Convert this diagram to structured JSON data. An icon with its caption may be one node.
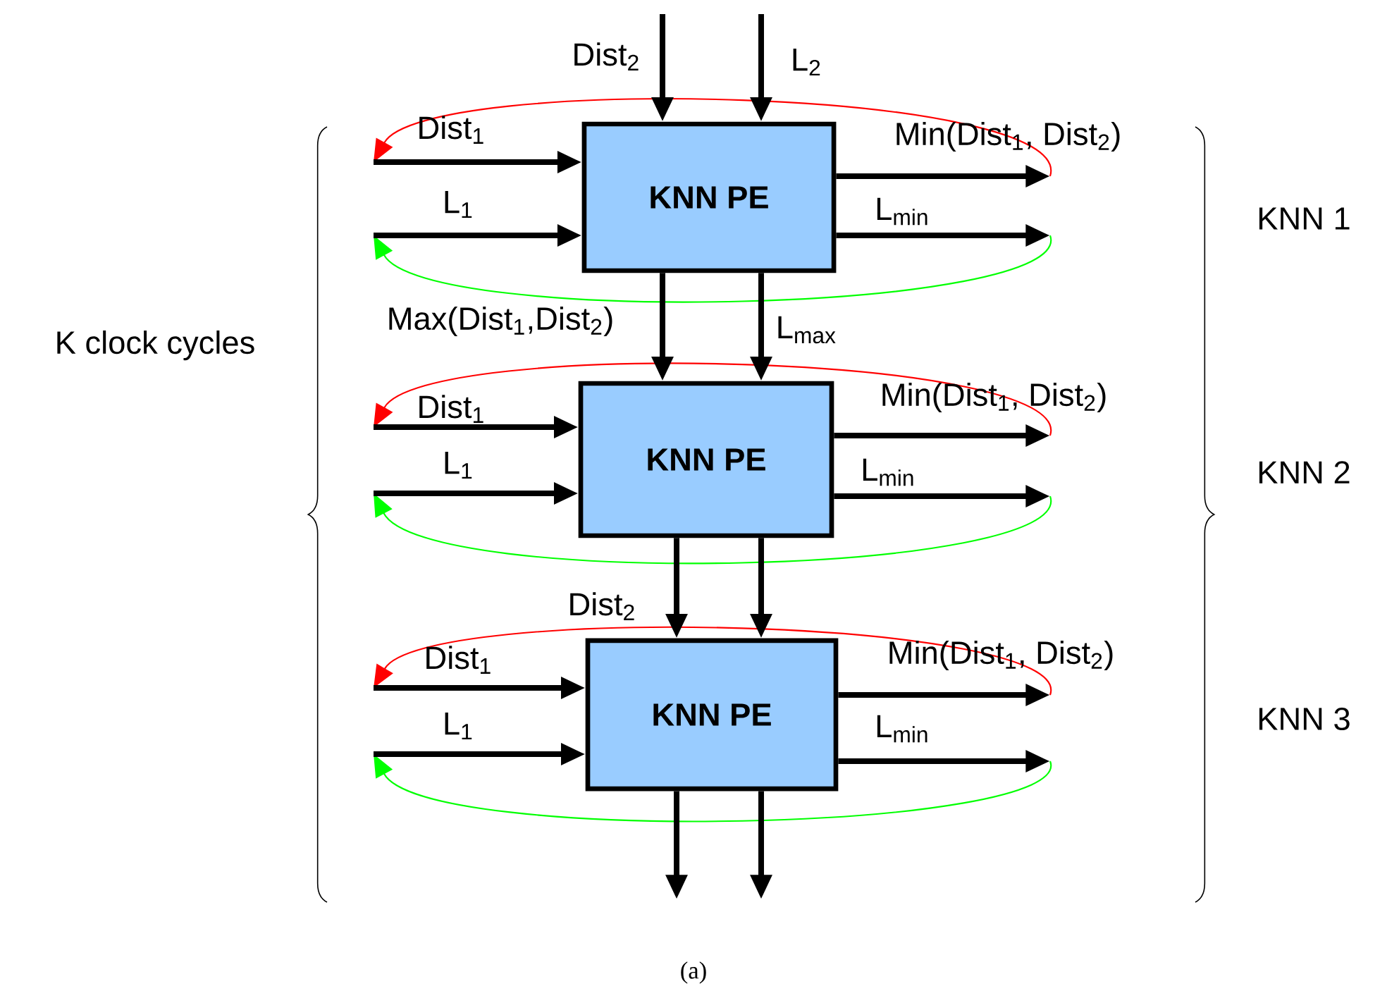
{
  "diagram": {
    "caption": "(a)",
    "nodes": [
      {
        "text": [
          "KNN PE"
        ]
      },
      {
        "text": [
          "KNN PE"
        ]
      },
      {
        "text": [
          "KNN PE"
        ]
      }
    ],
    "edges": [
      {
        "from": null,
        "to": 0,
        "arrow": "to",
        "label": "Dist$_{2}$"
      },
      {
        "from": null,
        "to": 0,
        "arrow": "to",
        "label": "L$_{2}$"
      },
      {
        "from": null,
        "to": 0,
        "arrow": "to",
        "label": "Dist$_{1}$"
      },
      {
        "from": null,
        "to": 0,
        "arrow": "to",
        "label": "L$_{1}$"
      },
      {
        "from": 0,
        "to": null,
        "arrow": "to",
        "label": "Min(Dist$_{1}$, Dist$_{2}$)"
      },
      {
        "from": 0,
        "to": null,
        "arrow": "to",
        "label": "L$_{min}$"
      },
      {
        "from": 0,
        "to": 1,
        "arrow": "to",
        "label": "Max(Dist$_{1}$,Dist$_{2}$)"
      },
      {
        "from": 0,
        "to": 1,
        "arrow": "to",
        "label": "L$_{max}$"
      },
      {
        "from": null,
        "to": 1,
        "arrow": "to",
        "label": "Dist$_{1}$"
      },
      {
        "from": null,
        "to": 1,
        "arrow": "to",
        "label": "L$_{1}$"
      },
      {
        "from": 1,
        "to": null,
        "arrow": "to",
        "label": "Min(Dist$_{1}$, Dist$_{2}$)"
      },
      {
        "from": 1,
        "to": null,
        "arrow": "to",
        "label": "L$_{min}$"
      },
      {
        "from": 1,
        "to": 2,
        "arrow": "to",
        "label": "Dist$_{2}$"
      },
      {
        "from": 1,
        "to": 2,
        "arrow": "to"
      },
      {
        "from": null,
        "to": 2,
        "arrow": "to",
        "label": "Dist$_{1}$"
      },
      {
        "from": null,
        "to": 2,
        "arrow": "to",
        "label": "L$_{1}$"
      },
      {
        "from": 2,
        "to": null,
        "arrow": "to",
        "label": "Min(Dist$_{1}$, Dist$_{2}$)"
      },
      {
        "from": 2,
        "to": null,
        "arrow": "to",
        "label": "L$_{min}$"
      },
      {
        "from": 2,
        "to": null,
        "arrow": "to"
      },
      {
        "from": 2,
        "to": null,
        "arrow": "to"
      }
    ],
    "labels": [
      "K clock cycles",
      "KNN 1",
      "KNN 2",
      "KNN 3"
    ]
  }
}
